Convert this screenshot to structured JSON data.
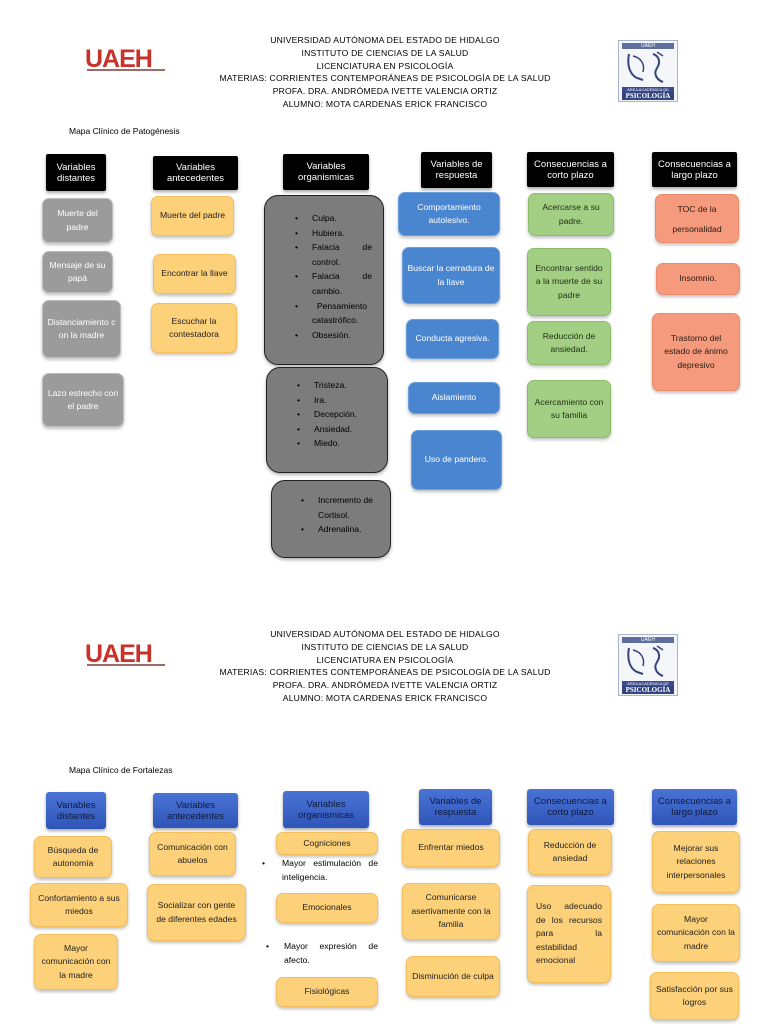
{
  "header": {
    "lines": [
      "UNIVERSIDAD AUTÓNOMA DEL ESTADO DE HIDALGO",
      "INSTITUTO DE CIENCIAS DE LA SALUD",
      "LICENCIATURA EN PSICOLOGÍA",
      "MATERIAS: CORRIENTES CONTEMPORÁNEAS DE PSICOLOGÍA DE LA SALUD",
      "PROFA. DRA. ANDRÓMEDA IVETTE VALENCIA ORTIZ",
      "ALUMNO: MOTA CARDENAS ERICK FRANCISCO"
    ],
    "logo_left": "UAEH",
    "logo_right_top": "UAEH",
    "logo_right_band": "ÁREA ACADÉMICA DE",
    "logo_right_word": "PSICOLOGÍA"
  },
  "map1": {
    "title": "Mapa Clínico de Patogénesis",
    "headers": [
      "Variables distantes",
      "Variables antecedentes",
      "Variables organismicas",
      "Variables de respuesta",
      "Consecuencias a corto plazo",
      "Consecuencias a largo plazo"
    ],
    "distantes": [
      "Muerte del padre",
      "Mensaje de su papá",
      "Distanciamiento con la madre",
      "Lazo estrecho con el padre"
    ],
    "antecedentes": [
      "Muerte del padre",
      "Encontrar la llave",
      "Escuchar la contestadora"
    ],
    "organismicas_1": [
      "Culpa.",
      "Hubiera.",
      "Falacia de control.",
      "Falacia de cambio.",
      "Pensamiento catastrófico.",
      "Obsesión."
    ],
    "organismicas_2": [
      "Tristeza.",
      "Ira.",
      "Decepción.",
      "Ansiedad.",
      "Miedo."
    ],
    "organismicas_3": [
      "Incremento de Cortisol.",
      "Adrenalina."
    ],
    "respuesta": [
      "Comportamiento autolesivo.",
      "Buscar la cerradura de la llave",
      "Conducta agresiva.",
      "Aislamiento",
      "Uso de pandero."
    ],
    "corto": [
      "Acercarse a su padre.",
      "Encontrar sentido a la muerte de su padre",
      "Reducción de ansiedad.",
      "Acercamiento con su familia"
    ],
    "largo": [
      "TOC de la personalidad",
      "Insomnio.",
      "Trastorno del estado de ánimo depresivo"
    ]
  },
  "map2": {
    "title": "Mapa Clínico de Fortalezas",
    "headers": [
      "Variables distantes",
      "Variables antecedentes",
      "Variables organismicas",
      "Variables de respuesta",
      "Consecuencias a corto plazo",
      "Consecuencias a largo plazo"
    ],
    "distantes": [
      "Búsqueda de autonomía",
      "Confortamiento a sus miedos",
      "Mayor comunicación con la madre"
    ],
    "antecedentes": [
      "Comunicación con abuelos",
      "Socializar con gente de diferentes edades"
    ],
    "organismicas": {
      "cogniciones": "Cogniciones",
      "cogniciones_bullet": "Mayor estimulación de inteligencia.",
      "emocionales": "Emocionales",
      "emocionales_bullet": "Mayor expresión de afecto.",
      "fisiologicas": "Fisiológicas"
    },
    "respuesta": [
      "Enfrentar miedos",
      "Comunicarse asertivamente con la familia",
      "Disminución de culpa"
    ],
    "corto": [
      "Reducción de ansiedad",
      "Uso adecuado de los recursos para la estabilidad emocional"
    ],
    "largo": [
      "Mejorar sus relaciones interpersonales",
      "Mayor comunicación con la madre",
      "Satisfacción por sus logros"
    ]
  }
}
